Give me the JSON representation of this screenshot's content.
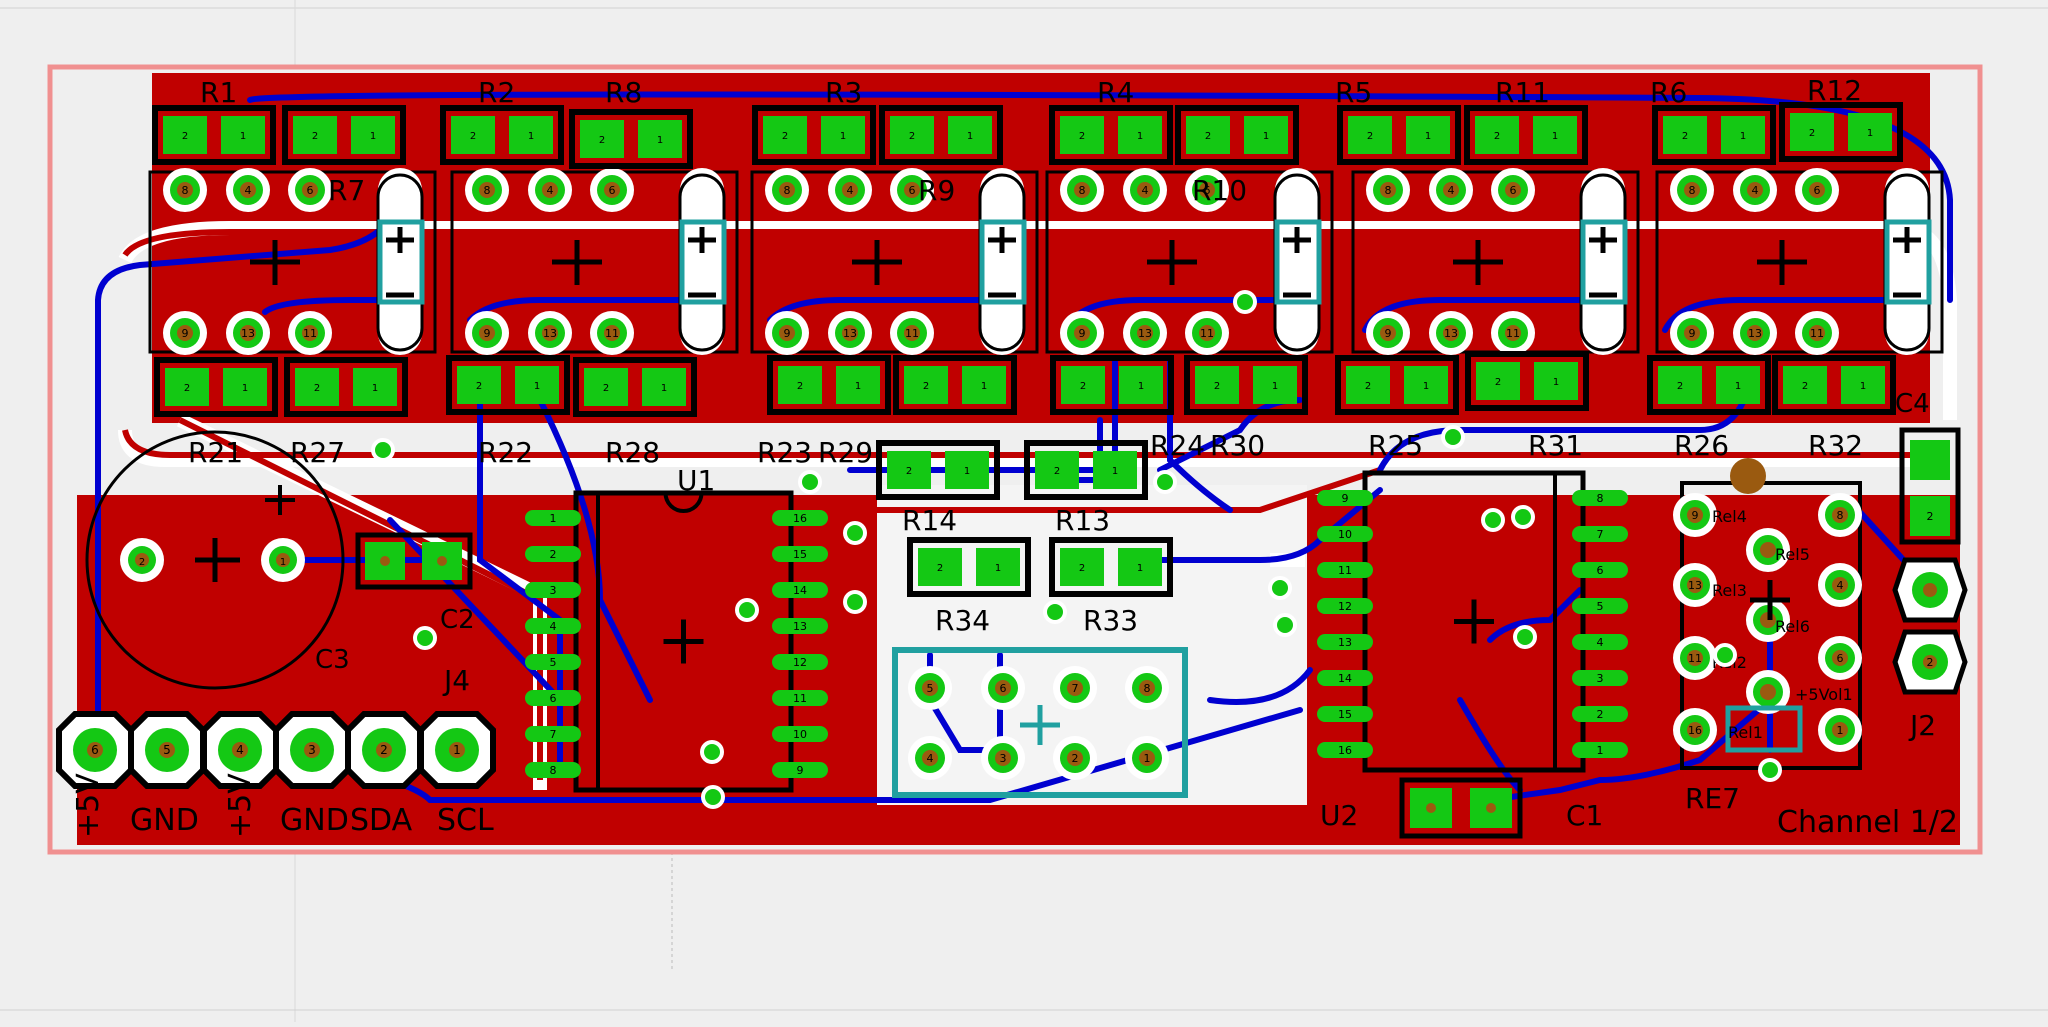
{
  "board": {
    "ic_labels": [
      "U1",
      "U2"
    ],
    "resistor_labels": [
      "R1",
      "R2",
      "R3",
      "R4",
      "R5",
      "R6",
      "R7",
      "R8",
      "R9",
      "R10",
      "R11",
      "R12",
      "R13",
      "R14",
      "R21",
      "R22",
      "R23",
      "R24",
      "R25",
      "R26",
      "R27",
      "R28",
      "R29",
      "R30",
      "R31",
      "R32",
      "R33",
      "R34"
    ],
    "cap_labels": [
      "C1",
      "C2",
      "C3",
      "C4"
    ],
    "connector_labels": [
      "J2",
      "J4"
    ],
    "relay_label": "RE7",
    "relay_pin_labels": [
      "Rel4",
      "Rel5",
      "Rel3",
      "Rel6",
      "Rel2",
      "Rel1",
      "+5Vol1"
    ],
    "j4_pin_names": [
      "+5V",
      "GND",
      "+5V",
      "GND",
      "SDA",
      "SCL"
    ],
    "channel_label": "Channel 1/2",
    "relay_top_pins": [
      "8",
      "4",
      "6",
      "1"
    ],
    "relay_bottom_pins": [
      "9",
      "13",
      "11",
      "16"
    ],
    "dip_pins_left": [
      "1",
      "2",
      "3",
      "4",
      "5",
      "6",
      "7",
      "8"
    ],
    "dip_pins_right": [
      "16",
      "15",
      "14",
      "13",
      "12",
      "11",
      "10",
      "9"
    ],
    "u2_left_pins": [
      "9",
      "10",
      "11",
      "12",
      "13",
      "14",
      "15",
      "16"
    ],
    "u2_right_pins": [
      "8",
      "7",
      "6",
      "5",
      "4",
      "3",
      "2",
      "1"
    ],
    "j4_pins": [
      "6",
      "5",
      "4",
      "3",
      "2",
      "1"
    ],
    "socket_top_pins": [
      "5",
      "6",
      "7",
      "8"
    ],
    "socket_bottom_pins": [
      "4",
      "3",
      "2",
      "1"
    ],
    "re7_pins": [
      "9",
      "8",
      "13",
      "4",
      "11",
      "6",
      "16",
      "1"
    ],
    "two_pin": [
      "2",
      "1"
    ],
    "small_pin_nums": [
      "1",
      "2"
    ]
  },
  "colors": {
    "background": "#efefef",
    "copper_top": "#c00000",
    "copper_bottom": "#0000d0",
    "pad_green": "#14c814",
    "pad_hole": "#9a5a10",
    "silk": "#000000",
    "outline": "#f08080",
    "clearance": "#ffffff",
    "teal": "#20a0a0"
  }
}
